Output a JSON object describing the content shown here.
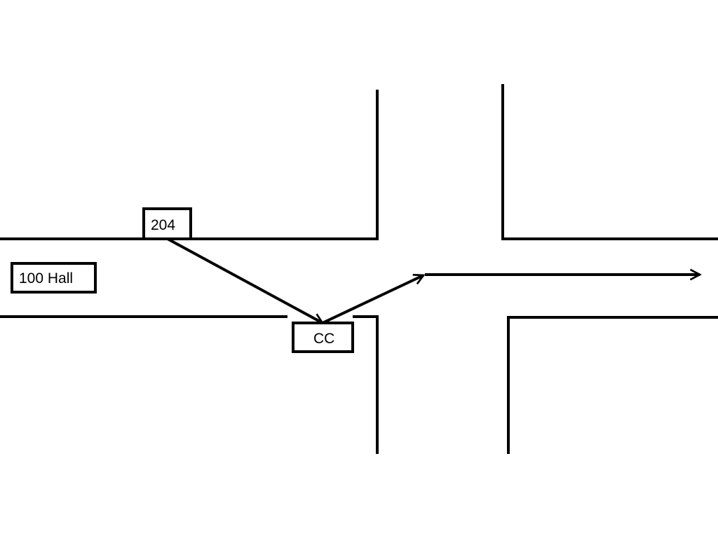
{
  "labels": {
    "room_204": "204",
    "hall_100": "100 Hall",
    "cc": "CC"
  },
  "colors": {
    "stroke": "#000000",
    "background": "#ffffff"
  }
}
